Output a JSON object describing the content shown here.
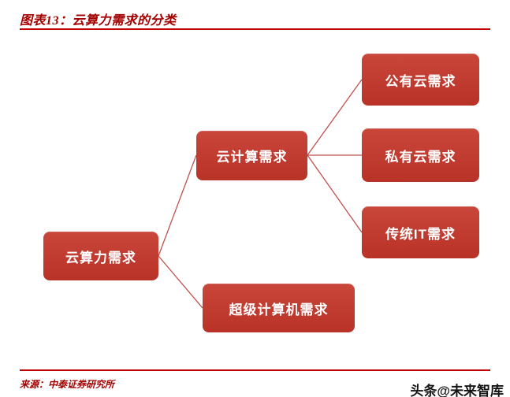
{
  "header": {
    "title": "图表13：云算力需求的分类"
  },
  "diagram": {
    "type": "tree",
    "nodes": [
      {
        "id": "cloud-computing-power-demand",
        "label": "云算力需求",
        "parent": null
      },
      {
        "id": "cloud-computing-demand",
        "label": "云计算需求",
        "parent": "cloud-computing-power-demand"
      },
      {
        "id": "supercomputer-demand",
        "label": "超级计算机需求",
        "parent": "cloud-computing-power-demand"
      },
      {
        "id": "public-cloud-demand",
        "label": "公有云需求",
        "parent": "cloud-computing-demand"
      },
      {
        "id": "private-cloud-demand",
        "label": "私有云需求",
        "parent": "cloud-computing-demand"
      },
      {
        "id": "traditional-it-demand",
        "label": "传统IT需求",
        "parent": "cloud-computing-demand"
      }
    ]
  },
  "footer": {
    "source": "来源：中泰证券研究所",
    "watermark": "头条@未来智库"
  },
  "colors": {
    "node_fill": "#bf3a2e",
    "accent_line": "#c00000",
    "title_text": "#a40000",
    "connector": "#c0504d"
  }
}
